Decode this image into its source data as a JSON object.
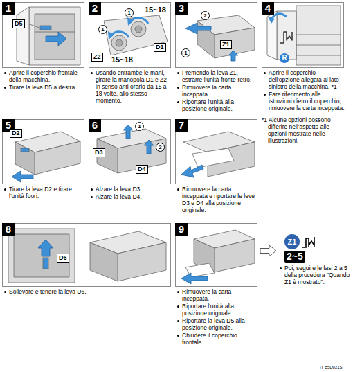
{
  "diagram": {
    "nodes": [
      {
        "text": [
          "1",
          "Aprire il coperchio frontale della macchina.",
          "Tirare la leva D5 a destra."
        ]
      },
      {
        "text": [
          "2",
          "Usando entrambe le mani, girare la manopola D1 e Z2 in senso anti orario da 15 a 18 volte, allo stesso momento."
        ]
      },
      {
        "text": [
          "3",
          "Premendo la leva Z1, estrarre l'unità fronte-retro.",
          "Rimuovere la carta inceppata.",
          "Riportare l'unità alla posizione originale."
        ]
      },
      {
        "text": [
          "4",
          "Aprire il coperchio dell'opzione allegata al lato sinistro della macchina. *1",
          "Fare riferimento alle istruzioni dietro il coperchio, rimuovere la carta inceppata."
        ]
      },
      {
        "text": [
          "5",
          "Tirare la leva D2 e tirare l'unità fuori."
        ]
      },
      {
        "text": [
          "6",
          "Alzare la leva D3.",
          "Alzare la leva D4."
        ]
      },
      {
        "text": [
          "7",
          "Rimuovere la carta inceppata e riportare le leve D3 e D4 alla posizione originale."
        ]
      },
      {
        "text": [
          "8",
          "Sollevare e tenere la leva D6."
        ]
      },
      {
        "text": [
          "9",
          "Rimuovere la carta inceppata.",
          "Riportare l'unità alla posizione originale.",
          "Riportare la leva D5 alla posizione originale.",
          "Chiudere il coperchio frontale."
        ]
      },
      {
        "text": [
          "Z1",
          "2~5",
          "Poi, seguire le fasi 2 a 5 della procedura \"Quando Z1 è mostrato\"."
        ]
      }
    ],
    "edges": [
      {
        "from": 8,
        "to": 9,
        "arrow": "to"
      }
    ],
    "labels": [
      "D5",
      "1",
      "15~18",
      "D1",
      "1",
      "15~18",
      "Z2",
      "2",
      "1",
      "Z1",
      "R",
      "D2",
      "1",
      "2",
      "D3",
      "D4",
      "D6",
      "*1 Alcune opzioni possono differire nell'aspetto alle opzioni mostrate nelle illustrazioni.",
      "IT B5D021S"
    ]
  }
}
